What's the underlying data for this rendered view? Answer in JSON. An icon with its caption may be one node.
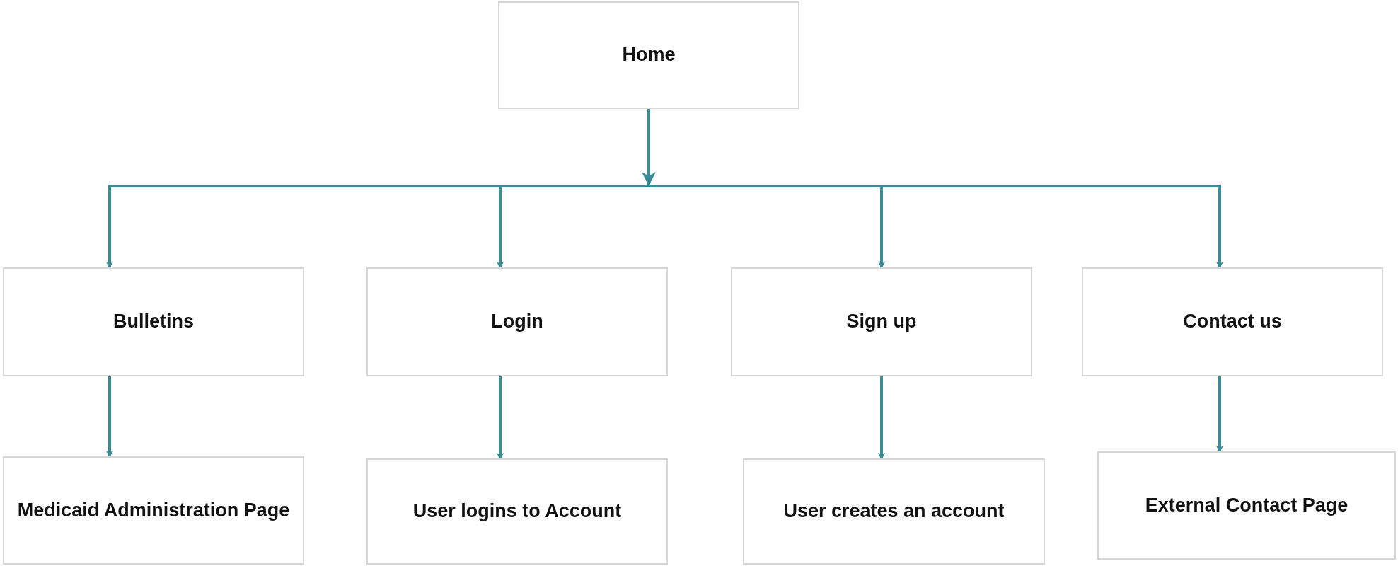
{
  "diagram": {
    "nodes": [
      {
        "text": [
          "Home"
        ]
      },
      {
        "text": [
          "Bulletins"
        ]
      },
      {
        "text": [
          "Login"
        ]
      },
      {
        "text": [
          "Sign up"
        ]
      },
      {
        "text": [
          "Contact us"
        ]
      },
      {
        "text": [
          "Medicaid Administration Page"
        ]
      },
      {
        "text": [
          "User logins to Account"
        ]
      },
      {
        "text": [
          "User creates an account"
        ]
      },
      {
        "text": [
          "External Contact Page"
        ]
      }
    ],
    "edges": [
      {
        "from": 0,
        "to": 1,
        "arrow": "to"
      },
      {
        "from": 0,
        "to": 2,
        "arrow": "to"
      },
      {
        "from": 0,
        "to": 3,
        "arrow": "to"
      },
      {
        "from": 0,
        "to": 4,
        "arrow": "to"
      },
      {
        "from": 1,
        "to": 5,
        "arrow": "to"
      },
      {
        "from": 2,
        "to": 6,
        "arrow": "to"
      },
      {
        "from": 3,
        "to": 7,
        "arrow": "to"
      },
      {
        "from": 4,
        "to": 8,
        "arrow": "to"
      }
    ]
  }
}
